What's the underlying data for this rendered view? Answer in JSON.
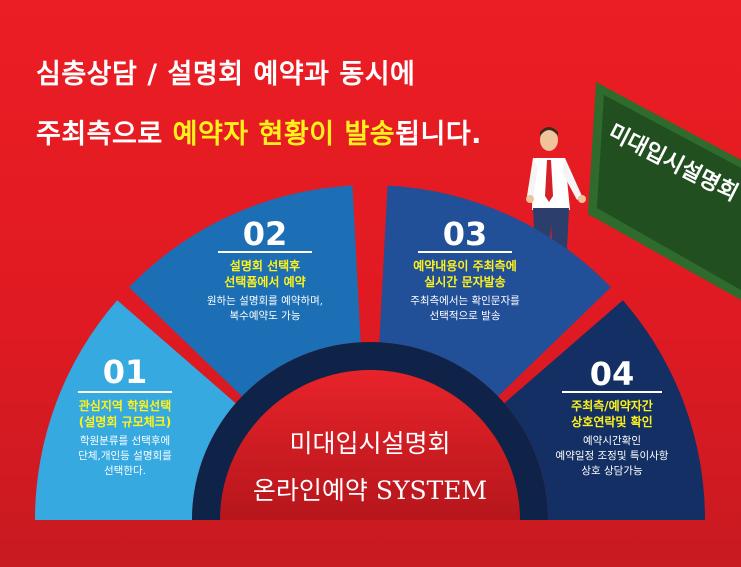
{
  "headline": {
    "line1": "심층상담 / 설명회 예약과 동시에",
    "line2_pre": "주최측으로 ",
    "line2_highlight": "예약자 현황이 발송",
    "line2_post": "됩니다."
  },
  "board": {
    "text": "미대입시설명회"
  },
  "center": {
    "line1": "미대입시설명회",
    "line2": "온라인예약 SYSTEM"
  },
  "steps": [
    {
      "number": "01",
      "title": [
        "관심지역 학원선택",
        "(설명회 규모체크)"
      ],
      "desc": [
        "학원분류를 선택후에",
        "단체,개인등 설명회를",
        "선택한다."
      ],
      "color": "#36a9e1"
    },
    {
      "number": "02",
      "title": [
        "설명회 선택후",
        "선택폼에서 예약"
      ],
      "desc": [
        "원하는 설명회를 예약하며,",
        "복수예약도 가능"
      ],
      "color": "#1c6fb5"
    },
    {
      "number": "03",
      "title": [
        "예약내용이 주최측에",
        "실시간 문자발송"
      ],
      "desc": [
        "주최측에서는 확인문자를",
        "선택적으로 발송"
      ],
      "color": "#214f98"
    },
    {
      "number": "04",
      "title": [
        "주최측/예약자간",
        "상호연락및 확인"
      ],
      "desc": [
        "예약시간확인",
        "예약일정 조정및 특이사항",
        "상호 상담가능"
      ],
      "color": "#132f63"
    }
  ]
}
